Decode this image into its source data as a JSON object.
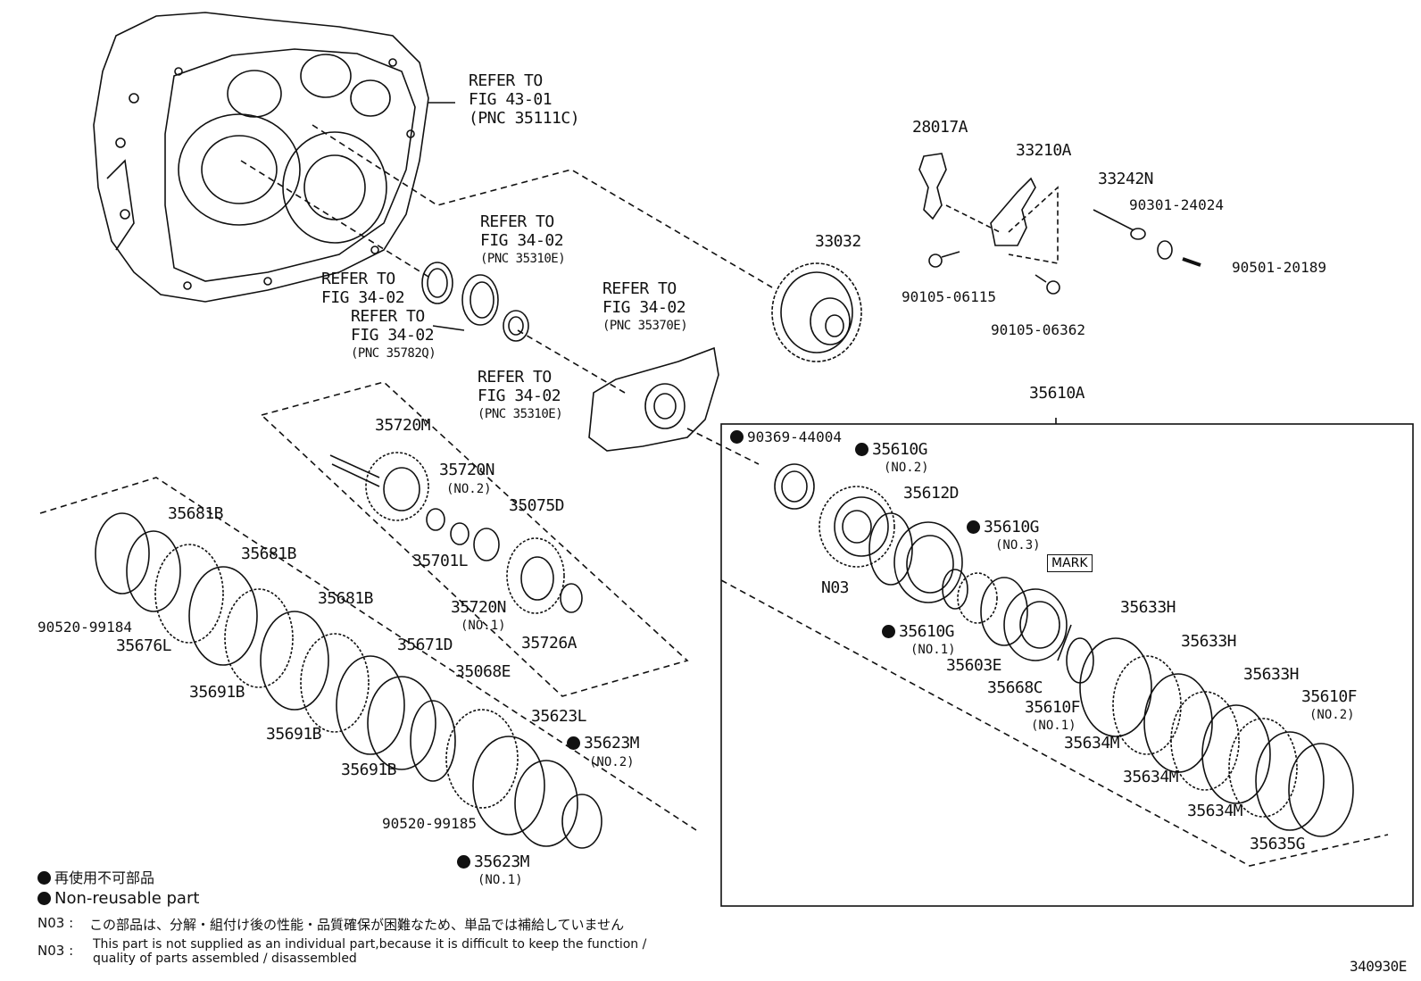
{
  "refers": [
    {
      "l1": "REFER TO",
      "l2": "FIG 43-01",
      "l3": "(PNC 35111C)"
    },
    {
      "l1": "REFER TO",
      "l2": "FIG 34-02",
      "l3": "(PNC 35310E)"
    },
    {
      "l1": "REFER TO",
      "l2": "FIG 34-02",
      "l3": ""
    },
    {
      "l1": "REFER TO",
      "l2": "FIG 34-02",
      "l3": "(PNC 35782Q)"
    },
    {
      "l1": "REFER TO",
      "l2": "FIG 34-02",
      "l3": "(PNC 35370E)"
    },
    {
      "l1": "REFER TO",
      "l2": "FIG 34-02",
      "l3": "(PNC 35310E)"
    }
  ],
  "parts": {
    "p28017A": "28017A",
    "p33210A": "33210A",
    "p33242N": "33242N",
    "p90301": "90301-24024",
    "p90501": "90501-20189",
    "p90105a": "90105-06115",
    "p90105b": "90105-06362",
    "p33032": "33032",
    "p35610A": "35610A",
    "p90369": "90369-44004",
    "p35610G1": "35610G",
    "p35610G1s": "(NO.2)",
    "p35612D": "35612D",
    "p35610G2": "35610G",
    "p35610G2s": "(NO.3)",
    "mark": "MARK",
    "pN03": "N03",
    "p35610G3": "35610G",
    "p35610G3s": "(NO.1)",
    "p35603E": "35603E",
    "p35668C": "35668C",
    "p35610F1": "35610F",
    "p35610F1s": "(NO.1)",
    "p35633H1": "35633H",
    "p35633H2": "35633H",
    "p35633H3": "35633H",
    "p35610F2": "35610F",
    "p35610F2s": "(NO.2)",
    "p35634M1": "35634M",
    "p35634M2": "35634M",
    "p35634M3": "35634M",
    "p35635G": "35635G",
    "p35720M": "35720M",
    "p35720N1": "35720N",
    "p35720N1s": "(NO.2)",
    "p35075D": "35075D",
    "p35701L": "35701L",
    "p35720N2": "35720N",
    "p35720N2s": "(NO.1)",
    "p35726A": "35726A",
    "p35681B1": "35681B",
    "p35681B2": "35681B",
    "p35681B3": "35681B",
    "p90520a": "90520-99184",
    "p35676L": "35676L",
    "p35691B1": "35691B",
    "p35691B2": "35691B",
    "p35691B3": "35691B",
    "p35671D": "35671D",
    "p35068E": "35068E",
    "p35623L": "35623L",
    "p35623M1": "35623M",
    "p35623M1s": "(NO.2)",
    "p90520b": "90520-99185",
    "p35623M2": "35623M",
    "p35623M2s": "(NO.1)"
  },
  "legend": {
    "jp": "再使用不可部品",
    "en": "Non-reusable part",
    "n03_label": "N03 :",
    "n03_jp": "この部品は、分解・組付け後の性能・品質確保が困難なため、単品では補給していません",
    "n03_en1": "This part is not supplied as an individual part,because it is difficult to keep the function /",
    "n03_en2": "quality of parts assembled / disassembled"
  },
  "figure_id": "340930E"
}
